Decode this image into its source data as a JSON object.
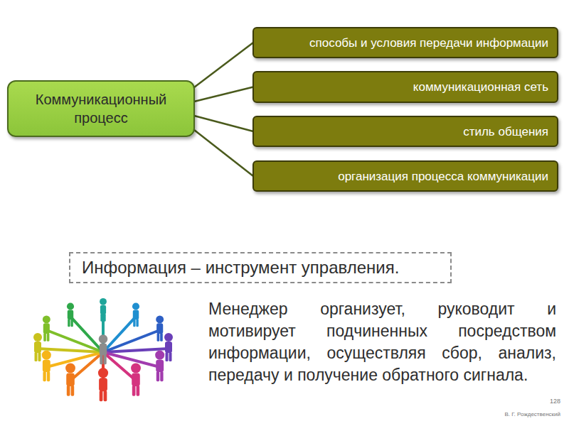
{
  "diagram": {
    "nodes": [
      {
        "text": [
          "Коммуникационный процесс"
        ]
      },
      {
        "text": [
          "способы и условия передачи информации"
        ]
      },
      {
        "text": [
          "коммуникационная сеть"
        ]
      },
      {
        "text": [
          "стиль общения"
        ]
      },
      {
        "text": [
          "организация процесса коммуникации"
        ]
      },
      {
        "text": [
          "Информация – инструмент управления."
        ]
      }
    ],
    "edges": [
      {
        "from": 0,
        "to": 1,
        "arrow": "none"
      },
      {
        "from": 0,
        "to": 2,
        "arrow": "none"
      },
      {
        "from": 0,
        "to": 3,
        "arrow": "none"
      },
      {
        "from": 0,
        "to": 4,
        "arrow": "none"
      }
    ],
    "labels": [
      "Менеджер организует, руководит и мотивирует подчиненных посредством информации, осуществляя сбор, анализ, передачу и получение обратного сигнала.",
      "128",
      "В. Г. Рождественский"
    ]
  }
}
